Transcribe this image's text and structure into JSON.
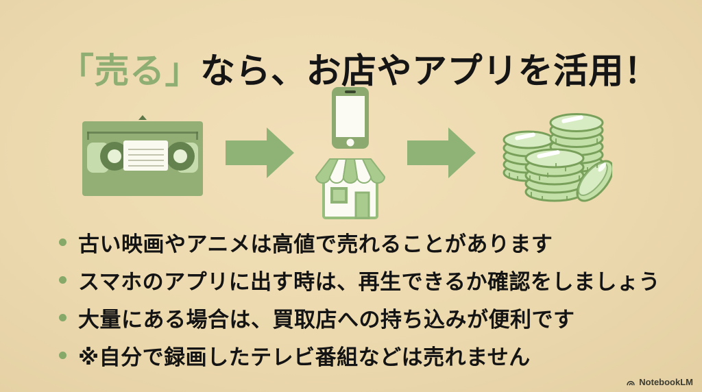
{
  "slide": {
    "title": {
      "highlight": "「売る」",
      "rest": "なら、お店やアプリを活用！"
    },
    "icons": [
      "vhs-tape",
      "arrow-right",
      "smartphone",
      "storefront",
      "arrow-right",
      "coin-stacks"
    ],
    "bullets": [
      "古い映画やアニメは高値で売れることがあります",
      "スマホのアプリに出す時は、再生できるか確認をしましょう",
      "大量にある場合は、買取店への持ち込みが便利です",
      "※自分で録画したテレビ番組などは売れません"
    ],
    "watermark": {
      "label": "NotebookLM"
    },
    "colors": {
      "background": "#ecd9ae",
      "background_light": "#f2e0ba",
      "background_dark": "#e3cfa2",
      "green_accent": "#8fae74",
      "green_dark": "#64824e",
      "green_light": "#c6dcad",
      "coin_fill": "#c3e0a8",
      "coin_top": "#d7ecc2",
      "coin_stroke": "#79a05b",
      "title_text": "#151515",
      "bullet_text": "#141414",
      "bullet_dot": "#86a96a",
      "watermark_text": "#3b3b32"
    }
  }
}
